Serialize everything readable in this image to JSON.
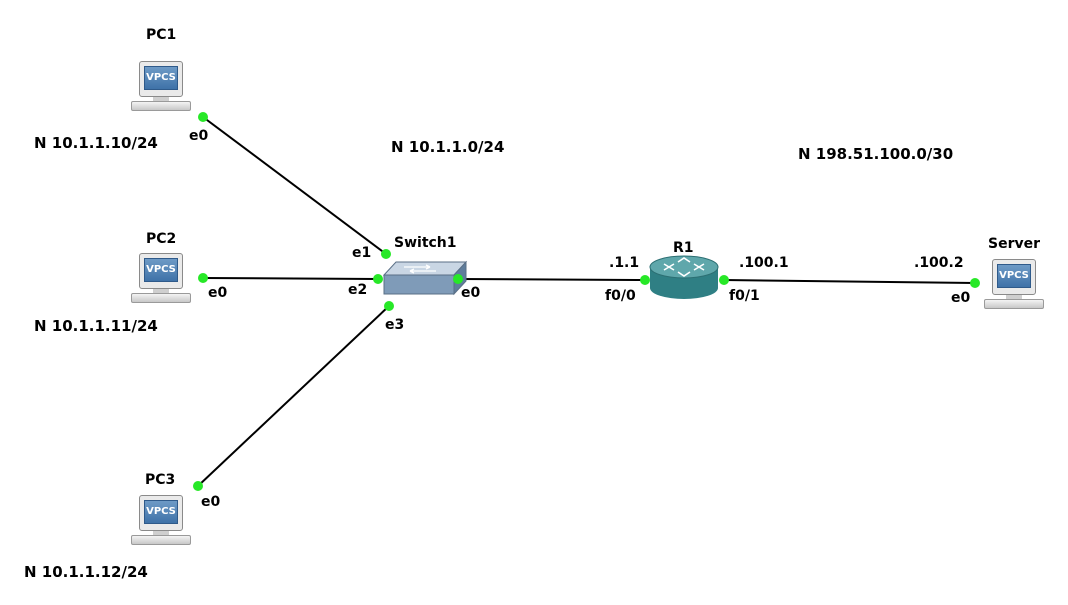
{
  "networks": {
    "pc1": "N 10.1.1.10/24",
    "pc2": "N 10.1.1.11/24",
    "pc3": "N 10.1.1.12/24",
    "lan": "N 10.1.1.0/24",
    "wan": "N 198.51.100.0/30"
  },
  "nodes": {
    "pc1": {
      "name": "PC1",
      "icon": "vpcs-pc-icon",
      "icon_text": "VPCS"
    },
    "pc2": {
      "name": "PC2",
      "icon": "vpcs-pc-icon",
      "icon_text": "VPCS"
    },
    "pc3": {
      "name": "PC3",
      "icon": "vpcs-pc-icon",
      "icon_text": "VPCS"
    },
    "switch1": {
      "name": "Switch1",
      "icon": "ethernet-switch-icon"
    },
    "r1": {
      "name": "R1",
      "icon": "router-icon"
    },
    "server": {
      "name": "Server",
      "icon": "vpcs-pc-icon",
      "icon_text": "VPCS"
    }
  },
  "ports": {
    "pc1": "e0",
    "pc2": "e0",
    "pc3": "e0",
    "sw_e1": "e1",
    "sw_e2": "e2",
    "sw_e3": "e3",
    "sw_e0": "e0",
    "r1_f00": "f0/0",
    "r1_f01": "f0/1",
    "server": "e0"
  },
  "addresses": {
    "r1_f00": ".1.1",
    "r1_f01": ".100.1",
    "server": ".100.2"
  },
  "colors": {
    "link": "#000000",
    "port_up": "#27e827",
    "router": "#3f8f93",
    "switch": "#7f9bb8",
    "vpcs_screen": "#3f72a8"
  }
}
